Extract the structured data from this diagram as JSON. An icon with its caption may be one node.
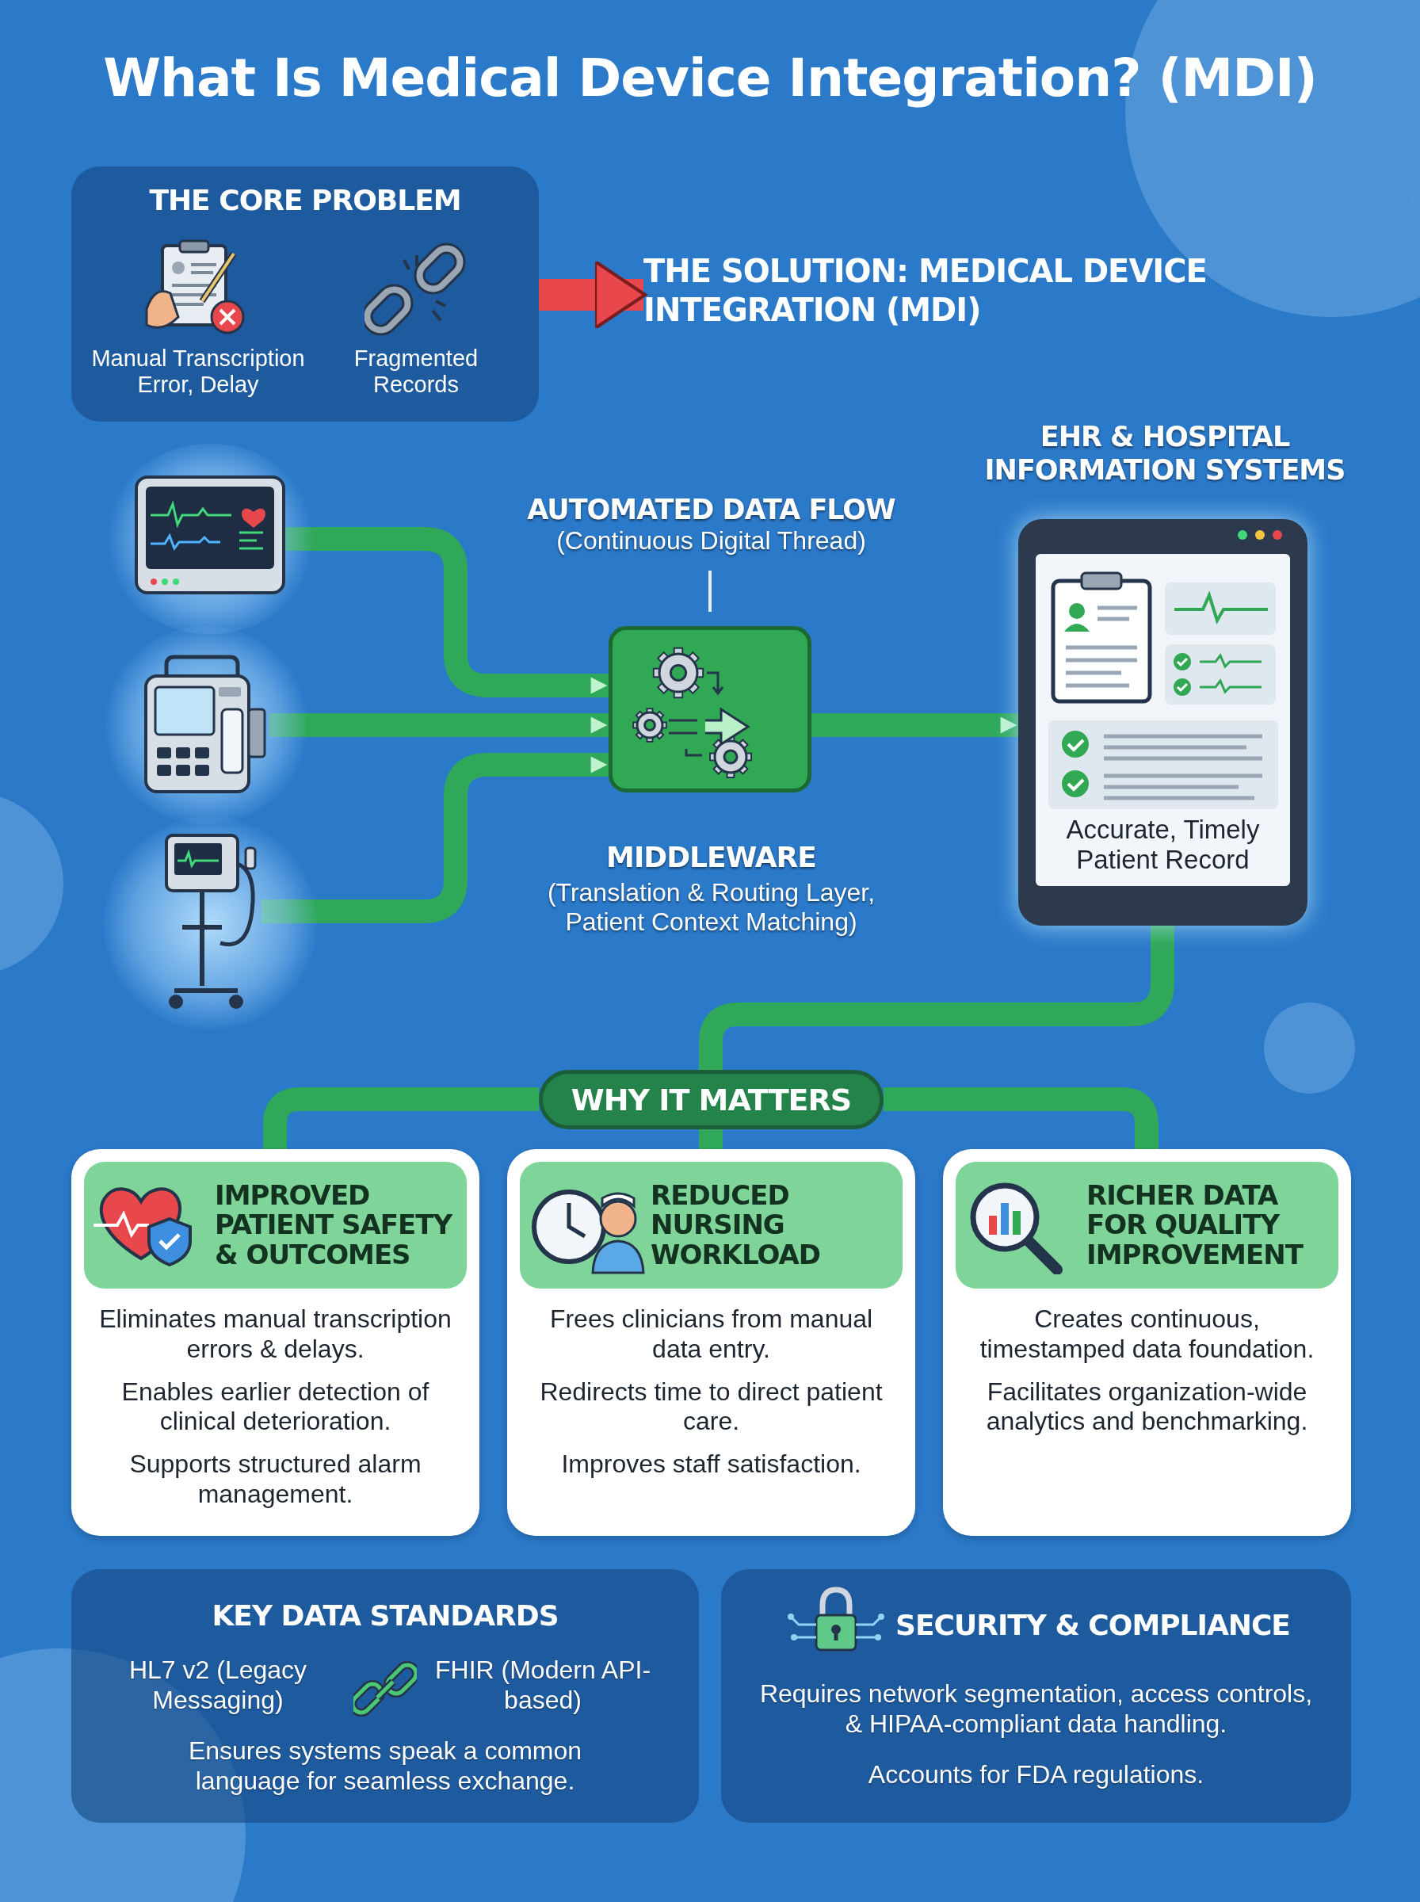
{
  "diagram": {
    "title": "What Is Medical Device Integration? (MDI)",
    "nodes": [
      {
        "text": [
          "THE CORE PROBLEM"
        ]
      },
      {
        "text": [
          "Manual Transcription Error, Delay"
        ],
        "in": 0
      },
      {
        "text": [
          "Fragmented Records"
        ],
        "in": 0
      },
      {
        "text": [
          "THE SOLUTION: MEDICAL DEVICE INTEGRATION (MDI)"
        ]
      },
      {
        "text": [],
        "shape": "picture"
      },
      {
        "text": [],
        "shape": "picture"
      },
      {
        "text": [],
        "shape": "picture"
      },
      {
        "text": [
          "MIDDLEWARE",
          "(Translation & Routing Layer, Patient Context Matching)"
        ]
      },
      {
        "text": [
          "EHR & HOSPITAL INFORMATION SYSTEMS",
          "Accurate, Timely Patient Record"
        ]
      },
      {
        "text": [
          "WHY IT MATTERS"
        ]
      },
      {
        "text": [
          "IMPROVED PATIENT SAFETY & OUTCOMES",
          "Eliminates manual transcription errors & delays.",
          "Enables earlier detection of clinical deterioration.",
          "Supports structured alarm management."
        ]
      },
      {
        "text": [
          "REDUCED NURSING WORKLOAD",
          "Frees clinicians from manual data entry.",
          "Redirects time to direct patient care.",
          "Improves staff satisfaction."
        ]
      },
      {
        "text": [
          "RICHER DATA FOR QUALITY IMPROVEMENT",
          "Creates continuous, timestamped data foundation.",
          "Facilitates organization-wide analytics and benchmarking."
        ]
      },
      {
        "text": [
          "KEY DATA STANDARDS",
          "HL7 v2 (Legacy Messaging)",
          "FHIR (Modern API-based)",
          "Ensures systems speak a common language for seamless exchange."
        ]
      },
      {
        "text": [
          "SECURITY & COMPLIANCE",
          "Requires network segmentation, access controls, & HIPAA-compliant data handling.",
          "Accounts for FDA regulations."
        ]
      }
    ],
    "edges": [
      {
        "from": 0,
        "to": 3,
        "arrow": "to",
        "color": "#e8474c"
      },
      {
        "from": 4,
        "to": 7,
        "arrow": "to"
      },
      {
        "from": 5,
        "to": 7,
        "arrow": "to"
      },
      {
        "from": 6,
        "to": 7,
        "arrow": "to"
      },
      {
        "from": 7,
        "to": 8,
        "arrow": "to"
      },
      {
        "from": 8,
        "to": 9,
        "arrow": "none"
      },
      {
        "from": 9,
        "to": 10,
        "arrow": "none"
      },
      {
        "from": 9,
        "to": 11,
        "arrow": "none"
      },
      {
        "from": 9,
        "to": 12,
        "arrow": "none"
      }
    ],
    "labels": [
      "AUTOMATED DATA FLOW",
      "(Continuous Digital Thread)"
    ]
  }
}
